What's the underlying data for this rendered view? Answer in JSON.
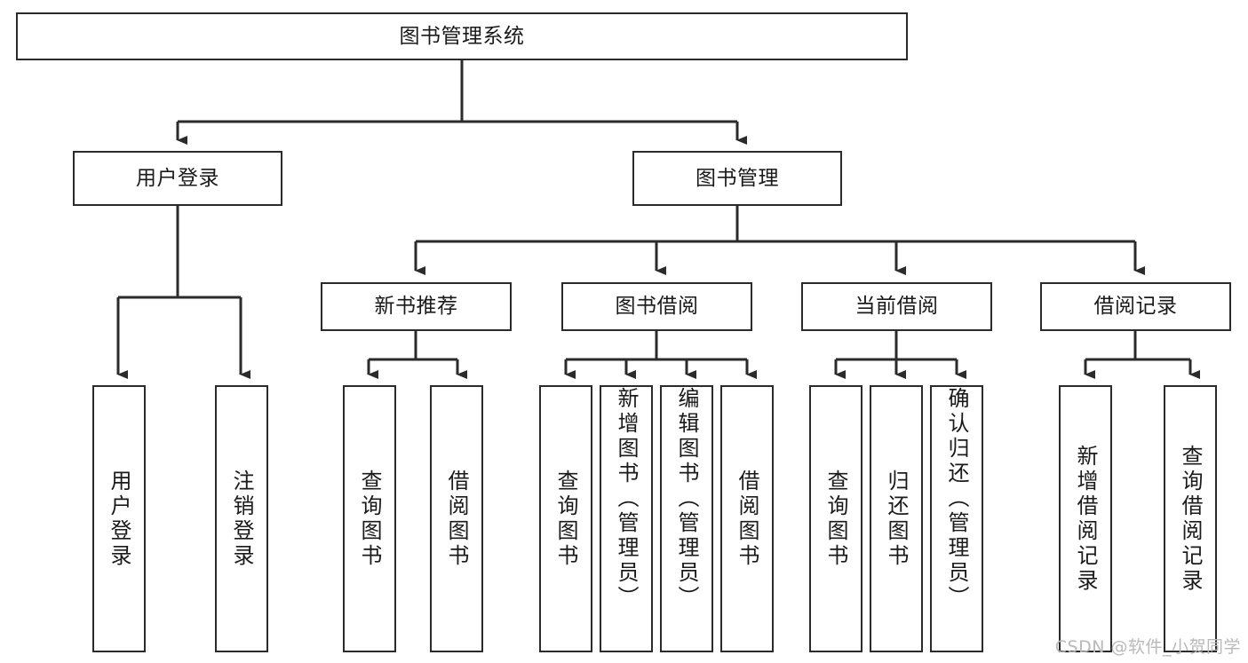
{
  "diagram": {
    "title": "图书管理系统",
    "type": "tree",
    "stroke_color": "#2b2b2b",
    "fill_color": "#ffffff",
    "text_color": "#1a1a1a",
    "watermark": "CSDN @软件_小贺同学",
    "root": {
      "label": "图书管理系统"
    },
    "level1": [
      {
        "label": "用户登录"
      },
      {
        "label": "图书管理"
      }
    ],
    "level2": [
      {
        "label": "新书推荐"
      },
      {
        "label": "图书借阅"
      },
      {
        "label": "当前借阅"
      },
      {
        "label": "借阅记录"
      }
    ],
    "leaves": {
      "user_login": [
        {
          "label": "用户登录"
        },
        {
          "label": "注销登录"
        }
      ],
      "new_book_recommend": [
        {
          "label": "查询图书"
        },
        {
          "label": "借阅图书"
        }
      ],
      "book_borrow": [
        {
          "label": "查询图书"
        },
        {
          "label": "新增图书（管理员）"
        },
        {
          "label": "编辑图书（管理员）"
        },
        {
          "label": "借阅图书"
        }
      ],
      "current_borrow": [
        {
          "label": "查询图书"
        },
        {
          "label": "归还图书"
        },
        {
          "label": "确认归还（管理员）"
        }
      ],
      "borrow_record": [
        {
          "label": "新增借阅记录"
        },
        {
          "label": "查询借阅记录"
        }
      ]
    }
  }
}
